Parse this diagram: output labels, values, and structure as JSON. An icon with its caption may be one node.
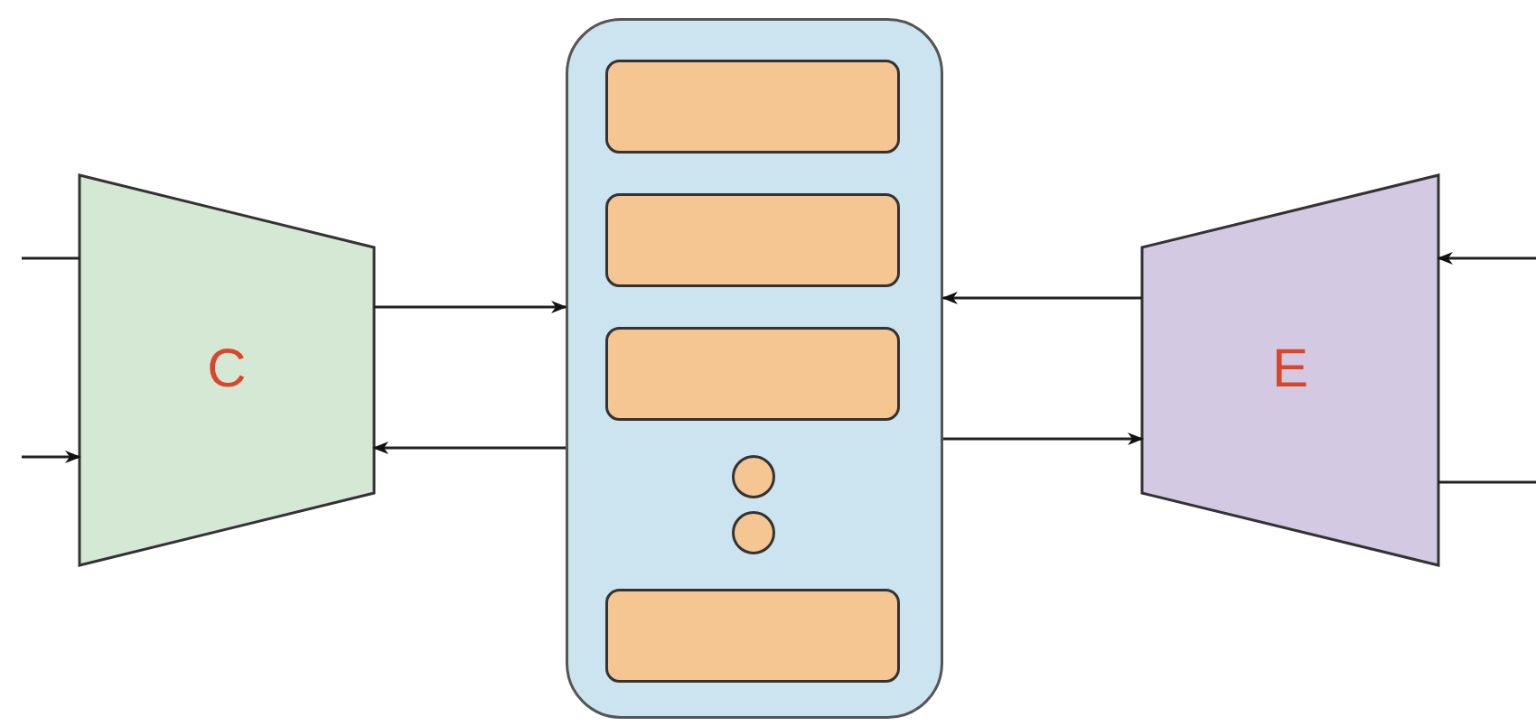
{
  "diagram": {
    "nodes": [
      {
        "text": [
          "C"
        ]
      },
      {
        "text": [],
        "shape": "box"
      },
      {
        "text": [],
        "shape": "bar",
        "in": 1
      },
      {
        "text": [],
        "shape": "bar",
        "in": 1
      },
      {
        "text": [],
        "shape": "bar",
        "in": 1
      },
      {
        "text": [],
        "shape": "circle",
        "in": 1
      },
      {
        "text": [],
        "shape": "circle",
        "in": 1
      },
      {
        "text": [],
        "shape": "bar",
        "in": 1
      },
      {
        "text": [
          "E"
        ]
      }
    ],
    "edges": [
      {
        "from": 0,
        "to": null,
        "arrow": "none"
      },
      {
        "from": null,
        "to": 0,
        "arrow": "to"
      },
      {
        "from": 0,
        "to": 1,
        "arrow": "to"
      },
      {
        "from": 1,
        "to": 0,
        "arrow": "to"
      },
      {
        "from": 8,
        "to": 1,
        "arrow": "to"
      },
      {
        "from": 1,
        "to": 8,
        "arrow": "to"
      },
      {
        "from": null,
        "to": 8,
        "arrow": "to"
      },
      {
        "from": 8,
        "to": null,
        "arrow": "none"
      }
    ]
  }
}
